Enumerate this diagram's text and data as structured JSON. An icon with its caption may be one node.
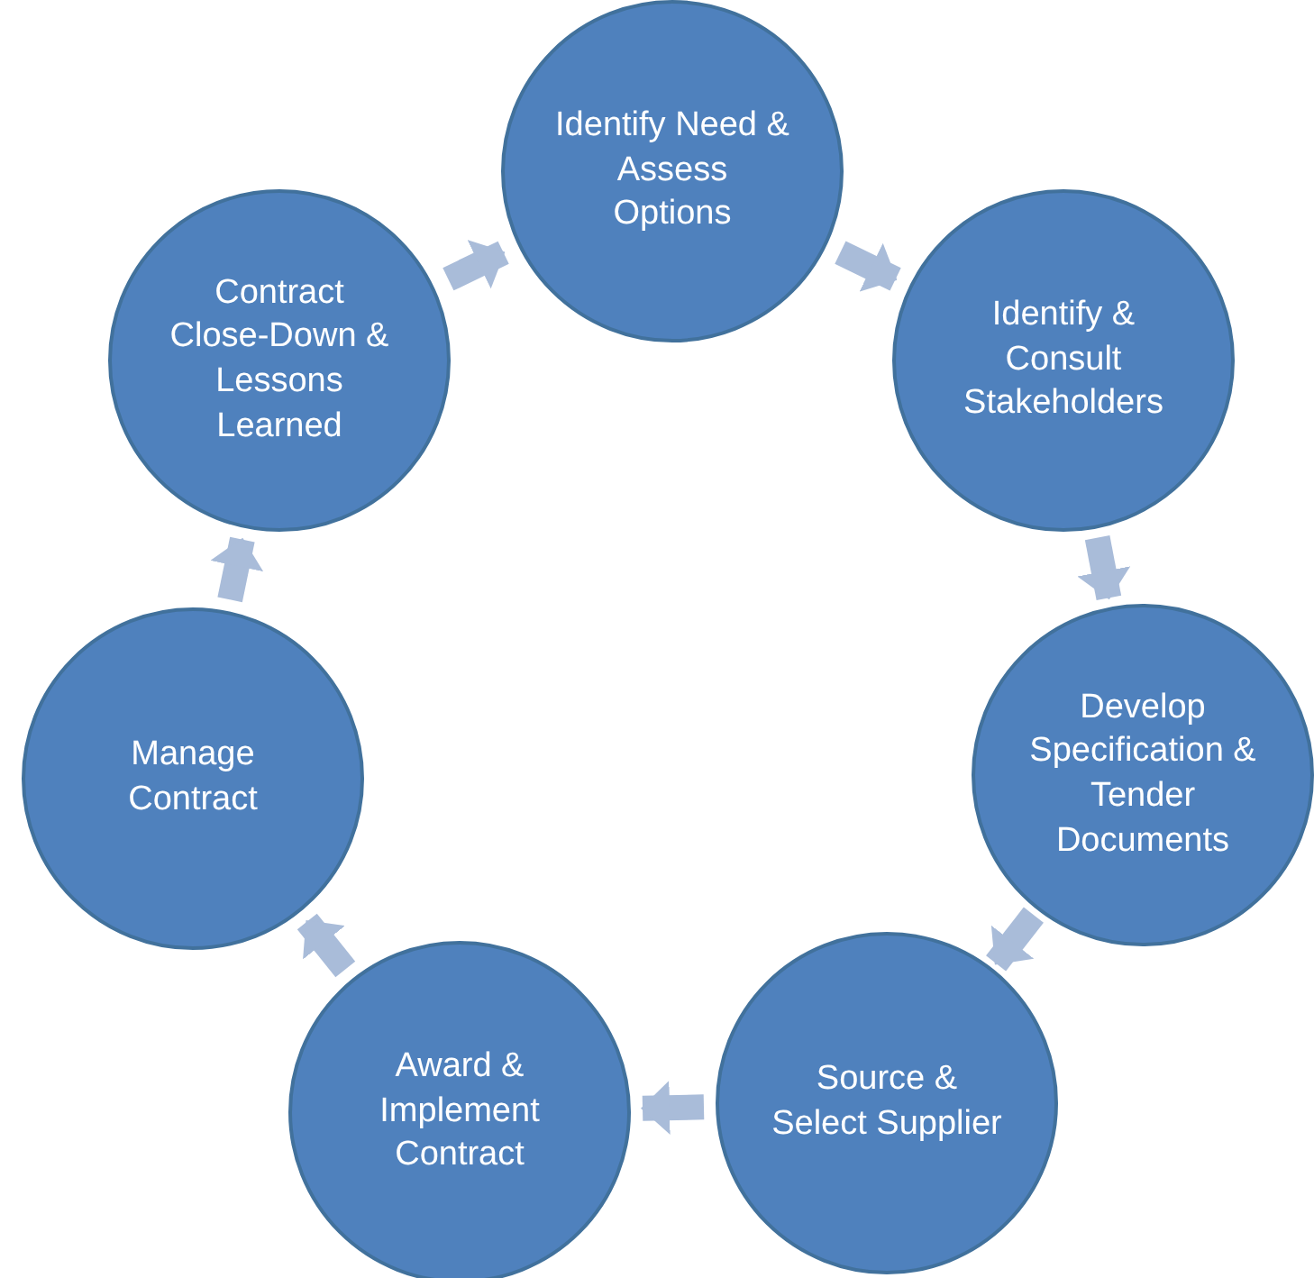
{
  "diagram": {
    "nodes": [
      {
        "text": [
          "Identify Need & Assess Options"
        ]
      },
      {
        "text": [
          "Identify & Consult Stakeholders"
        ]
      },
      {
        "text": [
          "Develop Specification & Tender Documents"
        ]
      },
      {
        "text": [
          "Source & Select Supplier"
        ]
      },
      {
        "text": [
          "Award & Implement Contract"
        ]
      },
      {
        "text": [
          "Manage Contract"
        ]
      },
      {
        "text": [
          "Contract Close-Down & Lessons Learned"
        ]
      }
    ],
    "edges": [
      {
        "from": 0,
        "to": 1,
        "arrow": "to"
      },
      {
        "from": 1,
        "to": 2,
        "arrow": "to"
      },
      {
        "from": 2,
        "to": 3,
        "arrow": "to"
      },
      {
        "from": 3,
        "to": 4,
        "arrow": "to"
      },
      {
        "from": 4,
        "to": 5,
        "arrow": "to"
      },
      {
        "from": 5,
        "to": 6,
        "arrow": "to"
      },
      {
        "from": 6,
        "to": 0,
        "arrow": "to"
      }
    ]
  }
}
